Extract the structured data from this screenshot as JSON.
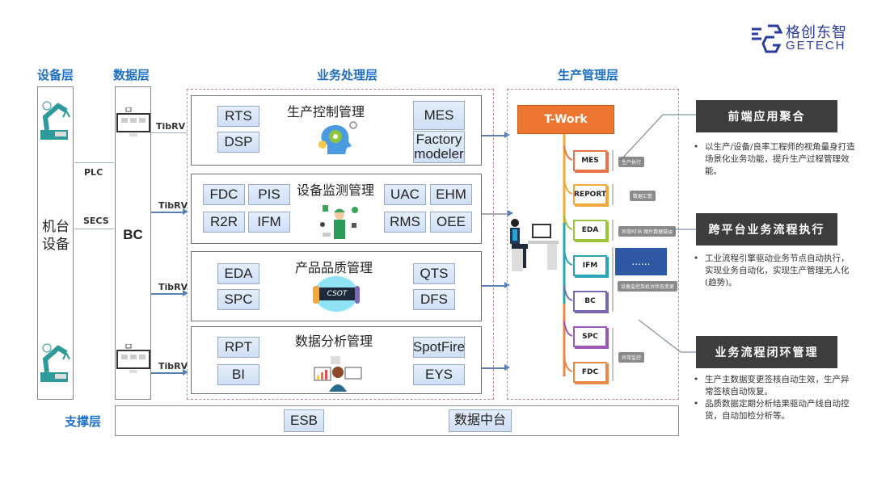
{
  "logo": {
    "cn": "格创东智",
    "en": "GETECH",
    "brand_color": "#2b3a9e"
  },
  "layers": {
    "device": "设备层",
    "data": "数据层",
    "business": "业务处理层",
    "production": "生产管理层",
    "support": "支撑层"
  },
  "device_column": {
    "label": "机台设备",
    "icons": [
      "robot-arm-icon",
      "robot-arm-icon"
    ]
  },
  "data_column": {
    "label": "BC"
  },
  "connections": {
    "plc": "PLC",
    "secs": "SECS",
    "tibrv": "TibRV"
  },
  "panels": [
    {
      "title": "生产控制管理",
      "left": [
        "RTS",
        "DSP"
      ],
      "right": [
        "MES",
        "Factory modeler"
      ],
      "icon": "gear-head-icon"
    },
    {
      "title": "设备监测管理",
      "left": [
        "FDC",
        "PIS",
        "R2R",
        "IFM"
      ],
      "right": [
        "UAC",
        "EHM",
        "RMS",
        "OEE"
      ],
      "icon": "engineer-icon"
    },
    {
      "title": "产品品质管理",
      "left": [
        "EDA",
        "SPC"
      ],
      "right": [
        "QTS",
        "DFS"
      ],
      "icon": "csot-banner-icon",
      "icon_text": "CSOT"
    },
    {
      "title": "数据分析管理",
      "left": [
        "RPT",
        "BI"
      ],
      "right": [
        "SpotFire",
        "EYS"
      ],
      "icon": "analyst-icon"
    }
  ],
  "twork": {
    "title": "T-Work",
    "color": "#ec7530",
    "nodes": [
      {
        "label": "MES",
        "color": "#e8734a",
        "tag": "生产执行"
      },
      {
        "label": "REPORT",
        "color": "#f2a93b",
        "tag": "数据汇整"
      },
      {
        "label": "EDA",
        "color": "#9cc43a",
        "tag": "异常RTIR 图片数据链接"
      },
      {
        "label": "IFM",
        "color": "#2aa3b5",
        "tag": "设备监控及机台状态变更"
      },
      {
        "label": "BC",
        "color": "#7a68b3",
        "tag": ""
      },
      {
        "label": "SPC",
        "color": "#9b59b6",
        "tag": "异常监控"
      },
      {
        "label": "FDC",
        "color": "#e8874a",
        "tag": ""
      }
    ],
    "ellipsis_box": "......",
    "ellipsis_color": "#2e58a3"
  },
  "support": {
    "items": [
      "ESB",
      "数据中台"
    ]
  },
  "benefits": [
    {
      "title": "前端应用聚合",
      "bullets": [
        "以生产/设备/良率工程师的视角量身打造场景化业务功能，提升生产过程管理效能。"
      ]
    },
    {
      "title": "跨平台业务流程执行",
      "bullets": [
        "工业流程引擎驱动业务节点自动执行，实现业务自动化，实现生产管理无人化(趋势)。"
      ]
    },
    {
      "title": "业务流程闭环管理",
      "bullets": [
        "生产主数据变更签核自动生效，生产异常签核自动恢复。",
        "品质数据定期分析结果驱动产线自动控货，自动加检分析等。"
      ]
    }
  ]
}
